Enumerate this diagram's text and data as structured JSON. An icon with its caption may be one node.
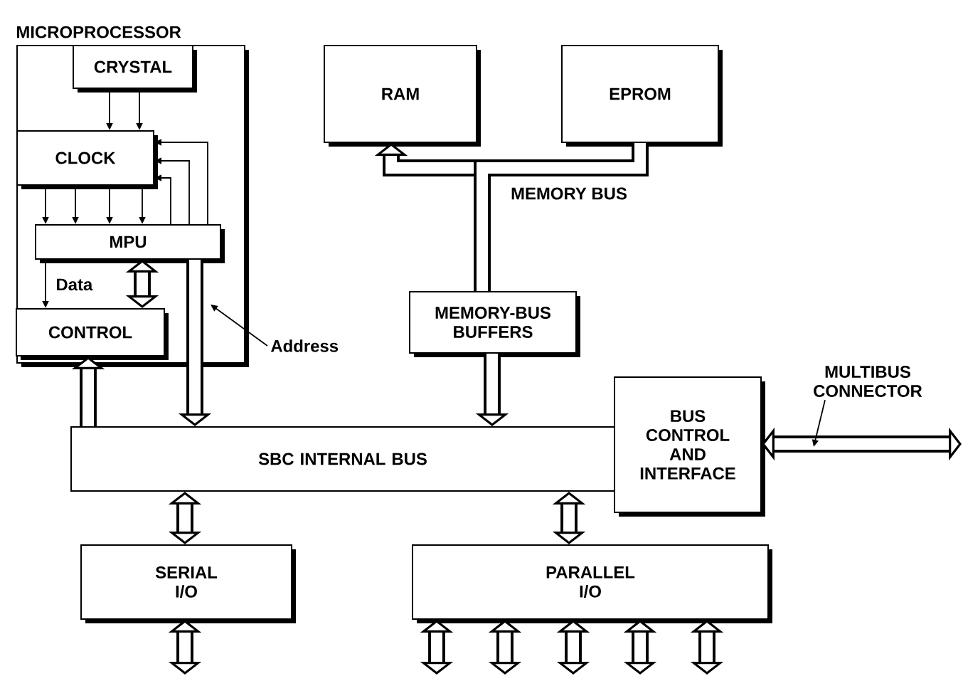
{
  "diagram": {
    "nodes": [
      {
        "text": [
          "MICROPROCESSOR"
        ]
      },
      {
        "text": [
          "CRYSTAL"
        ],
        "in": 0
      },
      {
        "text": [
          "CLOCK"
        ],
        "in": 0
      },
      {
        "text": [
          "MPU"
        ],
        "in": 0
      },
      {
        "text": [
          "CONTROL"
        ],
        "in": 0
      },
      {
        "text": [
          "RAM"
        ]
      },
      {
        "text": [
          "EPROM"
        ]
      },
      {
        "text": [
          "MEMORY-BUS BUFFERS"
        ]
      },
      {
        "text": [
          "SBC INTERNAL BUS"
        ]
      },
      {
        "text": [
          "BUS CONTROL AND INTERFACE"
        ]
      },
      {
        "text": [
          "MULTIBUS CONNECTOR"
        ]
      },
      {
        "text": [
          "SERIAL I/O"
        ]
      },
      {
        "text": [
          "PARALLEL I/O"
        ]
      },
      {
        "text": [
          "Address"
        ]
      }
    ],
    "edges": [
      {
        "from": 1,
        "to": 2,
        "arrow": "to"
      },
      {
        "from": 1,
        "to": 2,
        "arrow": "to"
      },
      {
        "from": 2,
        "to": 3,
        "arrow": "to"
      },
      {
        "from": 2,
        "to": 3,
        "arrow": "to"
      },
      {
        "from": 2,
        "to": 3,
        "arrow": "to"
      },
      {
        "from": 2,
        "to": 3,
        "arrow": "to"
      },
      {
        "from": 3,
        "to": 2,
        "arrow": "to"
      },
      {
        "from": 3,
        "to": 2,
        "arrow": "to"
      },
      {
        "from": 3,
        "to": 2,
        "arrow": "to"
      },
      {
        "from": 3,
        "to": 4,
        "arrow": "to"
      },
      {
        "from": 3,
        "to": 4,
        "arrow": "both"
      },
      {
        "from": 3,
        "to": 8,
        "arrow": "to"
      },
      {
        "from": 8,
        "to": 4,
        "arrow": "to"
      },
      {
        "from": 7,
        "to": 5,
        "arrow": "to"
      },
      {
        "from": 7,
        "to": 6,
        "arrow": "none"
      },
      {
        "from": 7,
        "to": 8,
        "arrow": "to"
      },
      {
        "from": 9,
        "to": null,
        "arrow": "both"
      },
      {
        "from": 8,
        "to": 11,
        "arrow": "both"
      },
      {
        "from": 8,
        "to": 12,
        "arrow": "both"
      },
      {
        "from": 11,
        "to": null,
        "arrow": "both"
      },
      {
        "from": 12,
        "to": null,
        "arrow": "both"
      },
      {
        "from": 12,
        "to": null,
        "arrow": "both"
      },
      {
        "from": 12,
        "to": null,
        "arrow": "both"
      },
      {
        "from": 12,
        "to": null,
        "arrow": "both"
      },
      {
        "from": 12,
        "to": null,
        "arrow": "both"
      },
      {
        "from": 10,
        "to": null,
        "arrow": "to"
      },
      {
        "from": 13,
        "to": null,
        "arrow": "to"
      }
    ],
    "labels": [
      "Data",
      "MEMORY BUS"
    ]
  }
}
